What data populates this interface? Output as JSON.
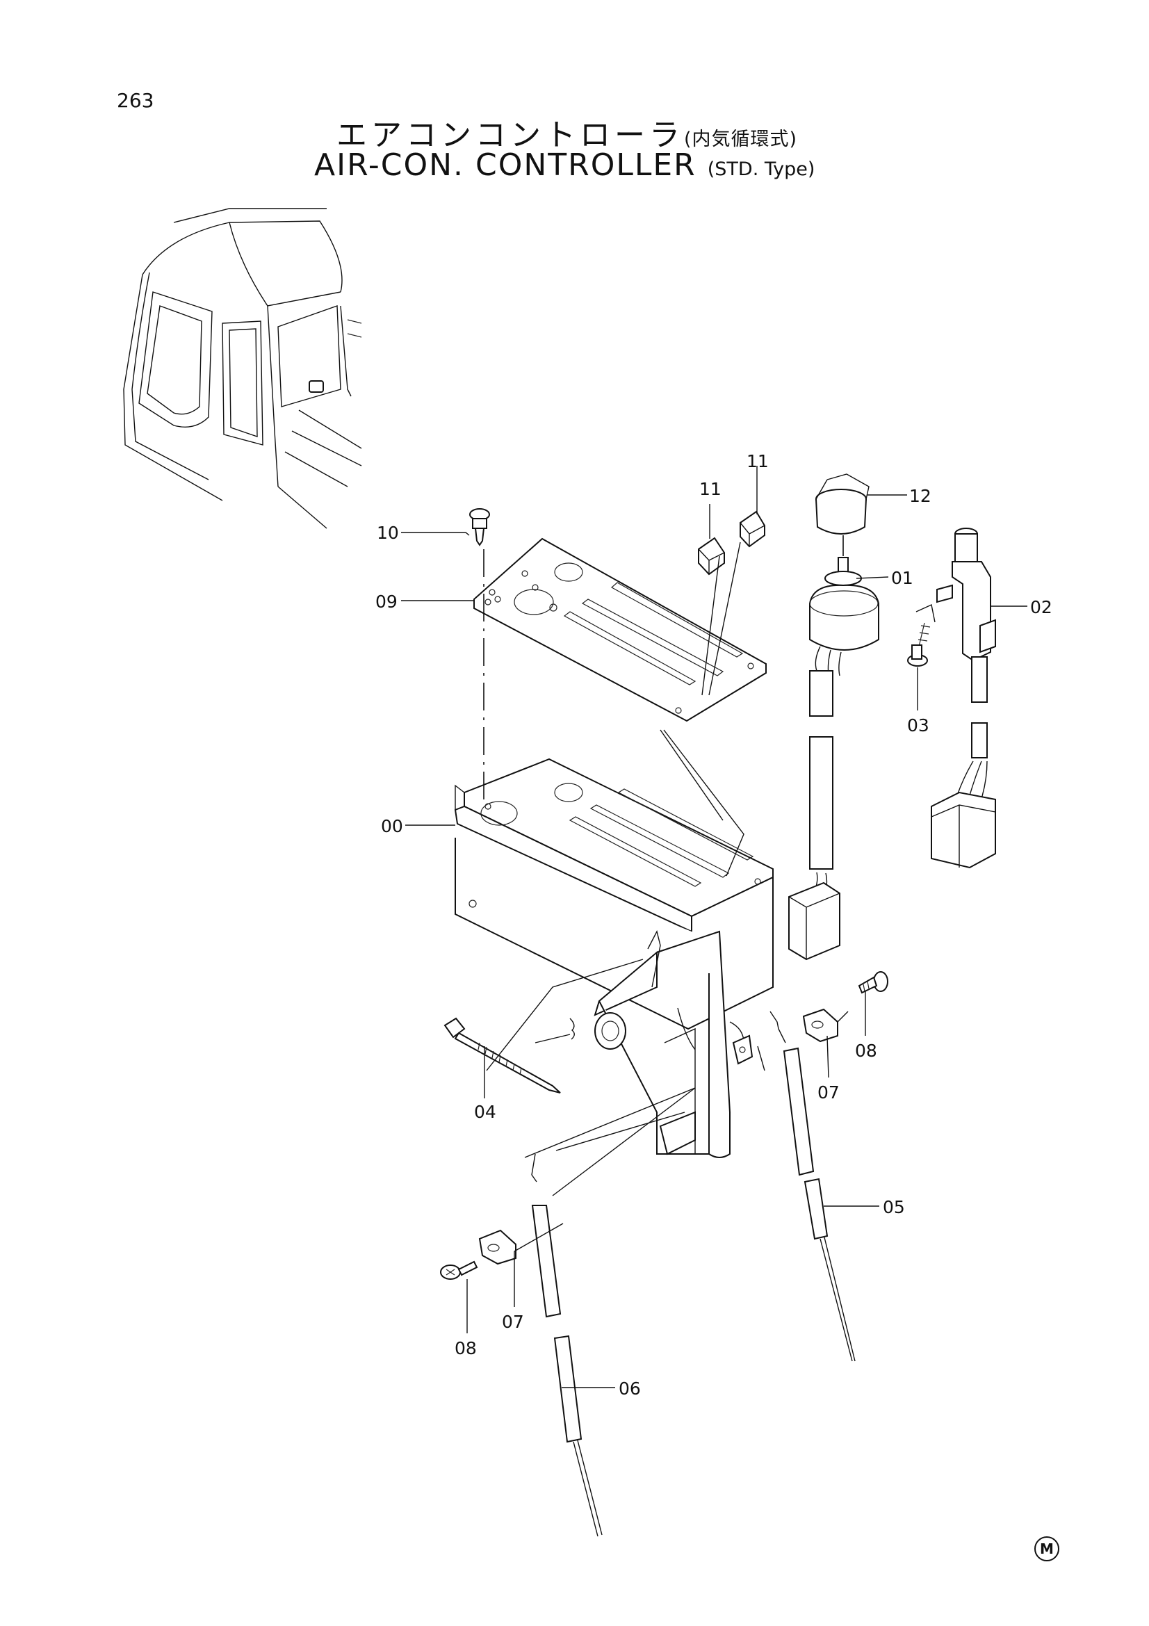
{
  "page": {
    "number": "263",
    "mark": "M"
  },
  "title": {
    "jp": "エアコンコントローラ",
    "jp_sub": "(内気循環式)",
    "en": "AIR-CON. CONTROLLER",
    "en_sub": "(STD. Type)"
  },
  "callouts": [
    "00",
    "01",
    "02",
    "03",
    "04",
    "05",
    "06",
    "07",
    "07",
    "08",
    "08",
    "09",
    "10",
    "11",
    "11",
    "12"
  ],
  "callout_labels": {
    "c00": "00",
    "c01": "01",
    "c02": "02",
    "c03": "03",
    "c04": "04",
    "c05": "05",
    "c06": "06",
    "c07a": "07",
    "c07b": "07",
    "c08a": "08",
    "c08b": "08",
    "c09": "09",
    "c10": "10",
    "c11a": "11",
    "c11b": "11",
    "c12": "12"
  }
}
